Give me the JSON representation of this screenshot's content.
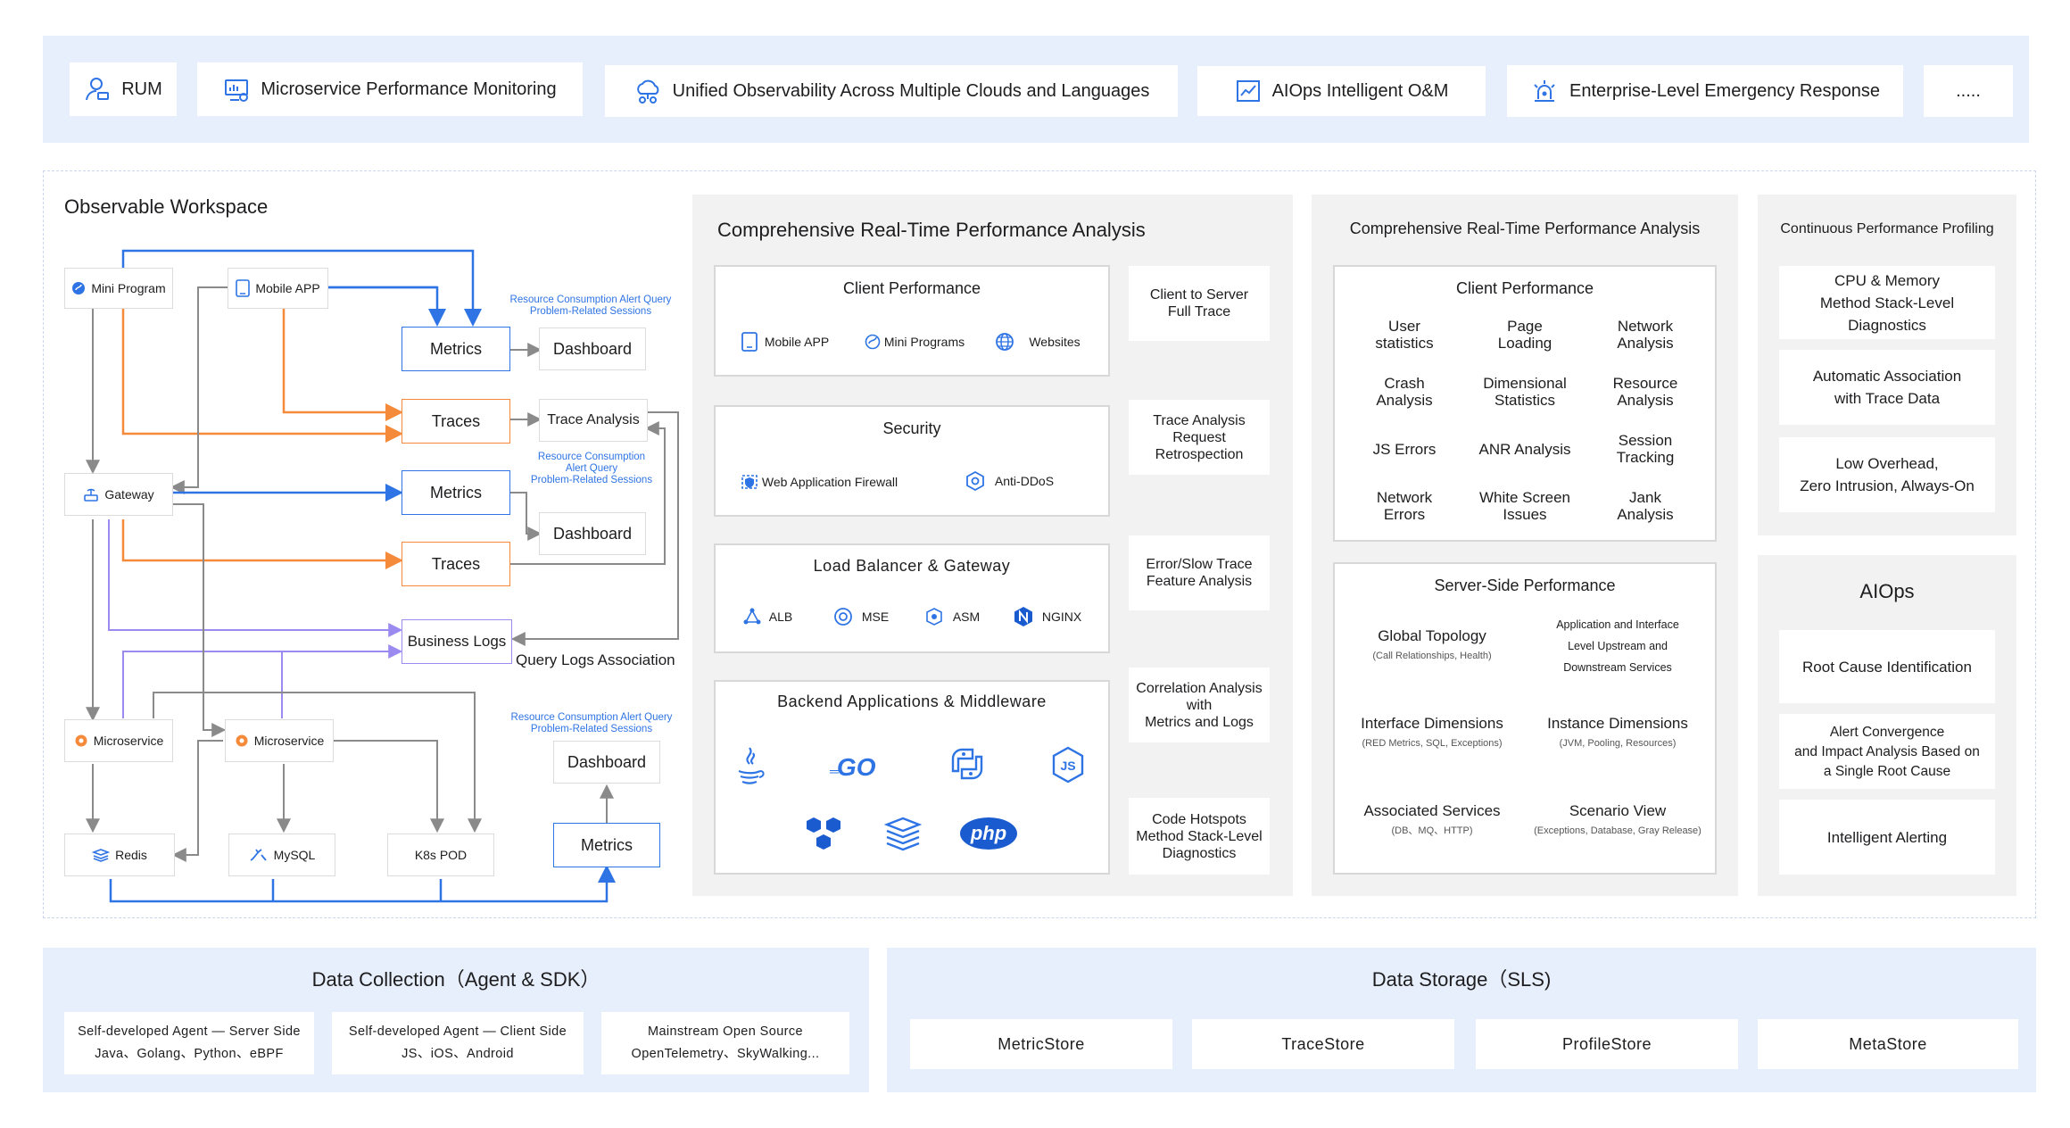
{
  "top_bar": {
    "items": [
      {
        "label": "RUM",
        "icon": "user-icon"
      },
      {
        "label": "Microservice Performance Monitoring",
        "icon": "monitor-chart-icon"
      },
      {
        "label": "Unified Observability Across Multiple Clouds and Languages",
        "icon": "cloud-network-icon"
      },
      {
        "label": "AIOps Intelligent O&M",
        "icon": "chart-frame-icon"
      },
      {
        "label": "Enterprise-Level Emergency Response",
        "icon": "alarm-light-icon"
      },
      {
        "label": "....."
      }
    ]
  },
  "workspace": {
    "title": "Observable Workspace",
    "nodes": {
      "mini_program": "Mini Program",
      "mobile_app": "Mobile APP",
      "metrics_1": "Metrics",
      "dashboard_1": "Dashboard",
      "traces_1": "Traces",
      "trace_analysis": "Trace Analysis",
      "gateway": "Gateway",
      "metrics_2": "Metrics",
      "dashboard_2": "Dashboard",
      "traces_2": "Traces",
      "business_logs": "Business Logs",
      "microservice_1": "Microservice",
      "microservice_2": "Microservice",
      "dashboard_3": "Dashboard",
      "redis": "Redis",
      "mysql": "MySQL",
      "k8s_pod": "K8s POD",
      "metrics_3": "Metrics"
    },
    "notes": {
      "note_1_line1": "Resource Consumption Alert Query",
      "note_1_line2": "Problem-Related Sessions",
      "note_2_line1": "Resource Consumption",
      "note_2_line2": "Alert Query",
      "note_2_line3": "Problem-Related Sessions",
      "note_3_line1": "Resource Consumption Alert Query",
      "note_3_line2": "Problem-Related Sessions",
      "query_logs": "Query Logs Association"
    }
  },
  "analysis_panel_1": {
    "title": "Comprehensive Real-Time Performance Analysis",
    "client_performance": {
      "title": "Client Performance",
      "items": [
        "Mobile APP",
        "Mini Programs",
        "Websites"
      ]
    },
    "security": {
      "title": "Security",
      "items": [
        "Web Application Firewall",
        "Anti-DDoS"
      ]
    },
    "load_balancer": {
      "title": "Load Balancer & Gateway",
      "items": [
        "ALB",
        "MSE",
        "ASM",
        "NGINX"
      ]
    },
    "backend": {
      "title": "Backend Applications & Middleware",
      "go_logo": "GO",
      "js_logo": "JS",
      "php_logo": "php"
    },
    "side_items": [
      [
        "Client to Server",
        "Full Trace"
      ],
      [
        "Trace Analysis",
        "Request",
        "Retrospection"
      ],
      [
        "Error/Slow Trace",
        "Feature Analysis"
      ],
      [
        "Correlation Analysis",
        "with",
        "Metrics and Logs"
      ],
      [
        "Code Hotspots",
        "Method Stack-Level",
        "Diagnostics"
      ]
    ]
  },
  "analysis_panel_2": {
    "title": "Comprehensive Real-Time Performance Analysis",
    "client_performance": {
      "title": "Client Performance",
      "cells": [
        [
          "User",
          "statistics"
        ],
        [
          "Page",
          "Loading"
        ],
        [
          "Network",
          "Analysis"
        ],
        [
          "Crash",
          "Analysis"
        ],
        [
          "Dimensional",
          "Statistics"
        ],
        [
          "Resource",
          "Analysis"
        ],
        [
          "JS Errors"
        ],
        [
          "ANR Analysis"
        ],
        [
          "Session",
          "Tracking"
        ],
        [
          "Network",
          "Errors"
        ],
        [
          "White Screen",
          "Issues"
        ],
        [
          "Jank",
          "Analysis"
        ]
      ]
    },
    "server_side": {
      "title": "Server-Side Performance",
      "cells": [
        {
          "main": "Global Topology",
          "sub": "(Call Relationships, Health)"
        },
        {
          "lines": [
            "Application and Interface",
            "Level Upstream and",
            "Downstream Services"
          ]
        },
        {
          "main": "Interface Dimensions",
          "sub": "(RED Metrics, SQL, Exceptions)"
        },
        {
          "main": "Instance Dimensions",
          "sub": "(JVM, Pooling, Resources)"
        },
        {
          "main": "Associated Services",
          "sub": "(DB、MQ、HTTP)"
        },
        {
          "main": "Scenario View",
          "sub": "(Exceptions, Database, Gray Release)"
        }
      ]
    }
  },
  "profiling": {
    "title": "Continuous Performance Profiling",
    "items": [
      [
        "CPU & Memory",
        "Method Stack-Level",
        "Diagnostics"
      ],
      [
        "Automatic Association",
        "with Trace Data"
      ],
      [
        "Low Overhead,",
        "Zero Intrusion, Always-On"
      ]
    ]
  },
  "aiops": {
    "title": "AIOps",
    "items": [
      [
        "Root Cause Identification"
      ],
      [
        "Alert Convergence",
        "and Impact Analysis Based on",
        "a Single Root Cause"
      ],
      [
        "Intelligent Alerting"
      ]
    ]
  },
  "data_collection": {
    "title": "Data Collection（Agent & SDK）",
    "items": [
      [
        "Self-developed Agent — Server Side",
        "Java、Golang、Python、eBPF"
      ],
      [
        "Self-developed Agent — Client Side",
        "JS、iOS、Android"
      ],
      [
        "Mainstream Open Source",
        "OpenTelemetry、SkyWalking..."
      ]
    ]
  },
  "data_storage": {
    "title": "Data Storage（SLS)",
    "items": [
      "MetricStore",
      "TraceStore",
      "ProfileStore",
      "MetaStore"
    ]
  },
  "colors": {
    "band": "#e8effc",
    "blue": "#2f74e4",
    "orange": "#f58a3b",
    "purple": "#9b8af0",
    "gray_line": "#8a8a8a",
    "panel_gray": "#f2f2f2"
  }
}
